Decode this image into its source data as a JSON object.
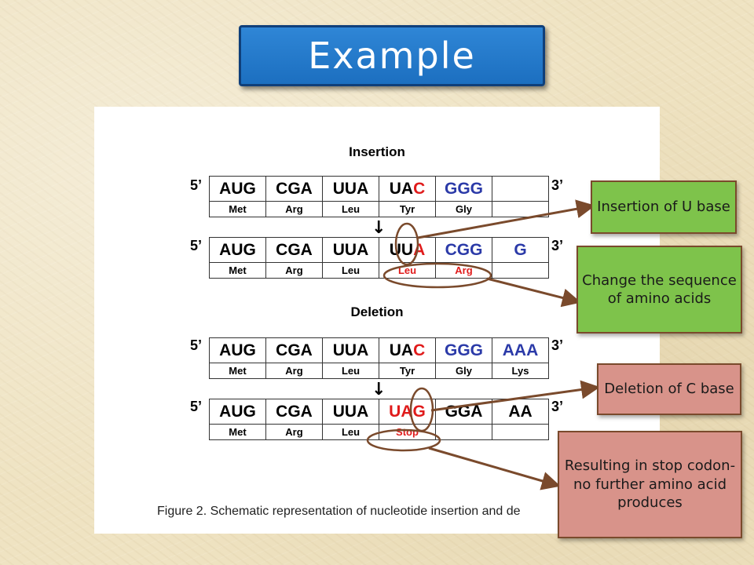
{
  "slide": {
    "title": "Example"
  },
  "figure": {
    "insertion_heading": "Insertion",
    "deletion_heading": "Deletion",
    "five_prime": "5’",
    "three_prime": "3’",
    "caption": "Figure 2. Schematic representation of nucleotide insertion and de",
    "rows": {
      "insertion_original": {
        "codons": [
          {
            "text": "AUG",
            "color": "black"
          },
          {
            "text": "CGA",
            "color": "black"
          },
          {
            "text": "UUA",
            "color": "black"
          },
          {
            "parts": [
              {
                "text": "UA",
                "color": "black"
              },
              {
                "text": "C",
                "color": "red"
              }
            ]
          },
          {
            "text": "GGG",
            "color": "blue"
          },
          {
            "text": "",
            "color": "black"
          }
        ],
        "amino_acids": [
          {
            "text": "Met",
            "color": "black"
          },
          {
            "text": "Arg",
            "color": "black"
          },
          {
            "text": "Leu",
            "color": "black"
          },
          {
            "text": "Tyr",
            "color": "black"
          },
          {
            "text": "Gly",
            "color": "black"
          },
          {
            "text": "",
            "color": "black"
          }
        ]
      },
      "insertion_mutated": {
        "codons": [
          {
            "text": "AUG",
            "color": "black"
          },
          {
            "text": "CGA",
            "color": "black"
          },
          {
            "text": "UUA",
            "color": "black"
          },
          {
            "parts": [
              {
                "text": "UU",
                "color": "black"
              },
              {
                "text": "A",
                "color": "red"
              }
            ]
          },
          {
            "text": "CGG",
            "color": "blue"
          },
          {
            "text": "G",
            "color": "blue"
          }
        ],
        "amino_acids": [
          {
            "text": "Met",
            "color": "black"
          },
          {
            "text": "Arg",
            "color": "black"
          },
          {
            "text": "Leu",
            "color": "black"
          },
          {
            "text": "Leu",
            "color": "red"
          },
          {
            "text": "Arg",
            "color": "red"
          },
          {
            "text": "",
            "color": "black"
          }
        ]
      },
      "deletion_original": {
        "codons": [
          {
            "text": "AUG",
            "color": "black"
          },
          {
            "text": "CGA",
            "color": "black"
          },
          {
            "text": "UUA",
            "color": "black"
          },
          {
            "parts": [
              {
                "text": "UA",
                "color": "black"
              },
              {
                "text": "C",
                "color": "red"
              }
            ]
          },
          {
            "text": "GGG",
            "color": "blue"
          },
          {
            "text": "AAA",
            "color": "blue"
          }
        ],
        "amino_acids": [
          {
            "text": "Met",
            "color": "black"
          },
          {
            "text": "Arg",
            "color": "black"
          },
          {
            "text": "Leu",
            "color": "black"
          },
          {
            "text": "Tyr",
            "color": "black"
          },
          {
            "text": "Gly",
            "color": "black"
          },
          {
            "text": "Lys",
            "color": "black"
          }
        ]
      },
      "deletion_mutated": {
        "codons": [
          {
            "text": "AUG",
            "color": "black"
          },
          {
            "text": "CGA",
            "color": "black"
          },
          {
            "text": "UUA",
            "color": "black"
          },
          {
            "text": "UAG",
            "color": "red"
          },
          {
            "text": "GGA",
            "color": "black"
          },
          {
            "text": "AA",
            "color": "black"
          }
        ],
        "amino_acids": [
          {
            "text": "Met",
            "color": "black"
          },
          {
            "text": "Arg",
            "color": "black"
          },
          {
            "text": "Leu",
            "color": "black"
          },
          {
            "text": "Stop",
            "color": "red"
          },
          {
            "text": "",
            "color": "black"
          },
          {
            "text": "",
            "color": "black"
          }
        ]
      }
    }
  },
  "callouts": {
    "insertion_of_u": "Insertion of U base",
    "change_sequence": "Change the sequence of amino acids",
    "deletion_of_c": "Deletion of C base",
    "stop_codon": "Resulting in stop codon-no further amino acid produces"
  },
  "colors": {
    "title_blue": "#1c6fc0",
    "callout_green": "#7ec34b",
    "callout_pink": "#d8938a",
    "arrow_brown": "#7a4a2c",
    "sequence_blue": "#2b3aa8",
    "sequence_red": "#e01b1b"
  }
}
